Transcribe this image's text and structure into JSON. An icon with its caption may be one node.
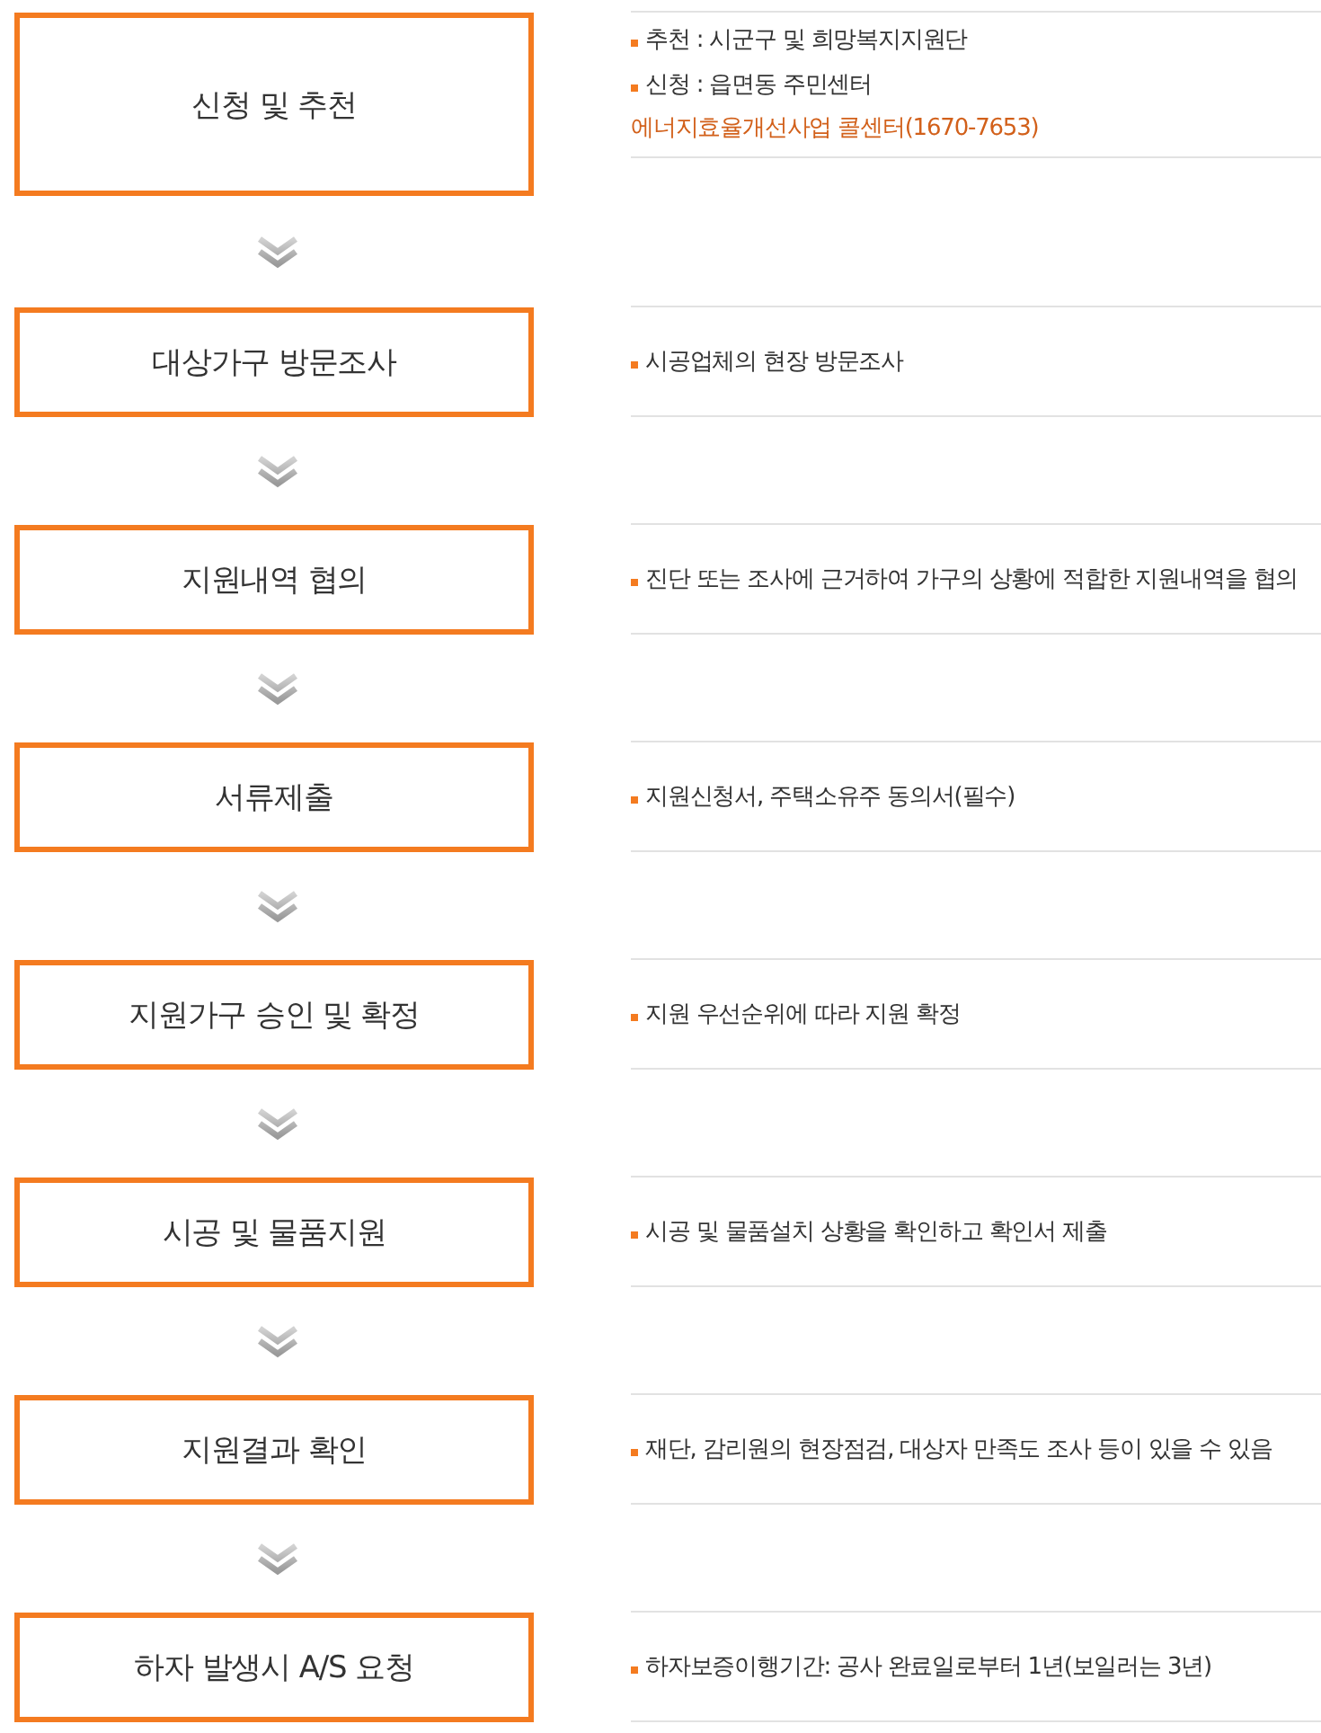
{
  "diagram": {
    "nodes": [
      {
        "text": [
          "신청 및 추천"
        ]
      },
      {
        "text": [
          "대상가구 방문조사"
        ]
      },
      {
        "text": [
          "지원내역 협의"
        ]
      },
      {
        "text": [
          "서류제출"
        ]
      },
      {
        "text": [
          "지원가구 승인 및 확정"
        ]
      },
      {
        "text": [
          "시공 및 물품지원"
        ]
      },
      {
        "text": [
          "지원결과 확인"
        ]
      },
      {
        "text": [
          "하자 발생시 A/S 요청"
        ]
      }
    ],
    "edges": [
      {
        "from": 0,
        "to": 1,
        "arrow": "to"
      },
      {
        "from": 1,
        "to": 2,
        "arrow": "to"
      },
      {
        "from": 2,
        "to": 3,
        "arrow": "to"
      },
      {
        "from": 3,
        "to": 4,
        "arrow": "to"
      },
      {
        "from": 4,
        "to": 5,
        "arrow": "to"
      },
      {
        "from": 5,
        "to": 6,
        "arrow": "to"
      },
      {
        "from": 6,
        "to": 7,
        "arrow": "to"
      }
    ],
    "labels": [
      "추천 : 시군구 및 희망복지지원단",
      "신청 : 읍면동 주민센터",
      "에너지효율개선사업 콜센터(1670-7653)",
      "시공업체의 현장 방문조사",
      "진단 또는 조사에 근거하여 가구의 상황에 적합한 지원내역을 협의",
      "지원신청서, 주택소유주 동의서(필수)",
      "지원 우선순위에 따라 지원 확정",
      "시공 및 물품설치 상황을 확인하고 확인서 제출",
      "재단, 감리원의 현장점검, 대상자 만족도 조사 등이 있을 수 있음",
      "하자보증이행기간: 공사 완료일로부터 1년(보일러는 3년)"
    ]
  }
}
